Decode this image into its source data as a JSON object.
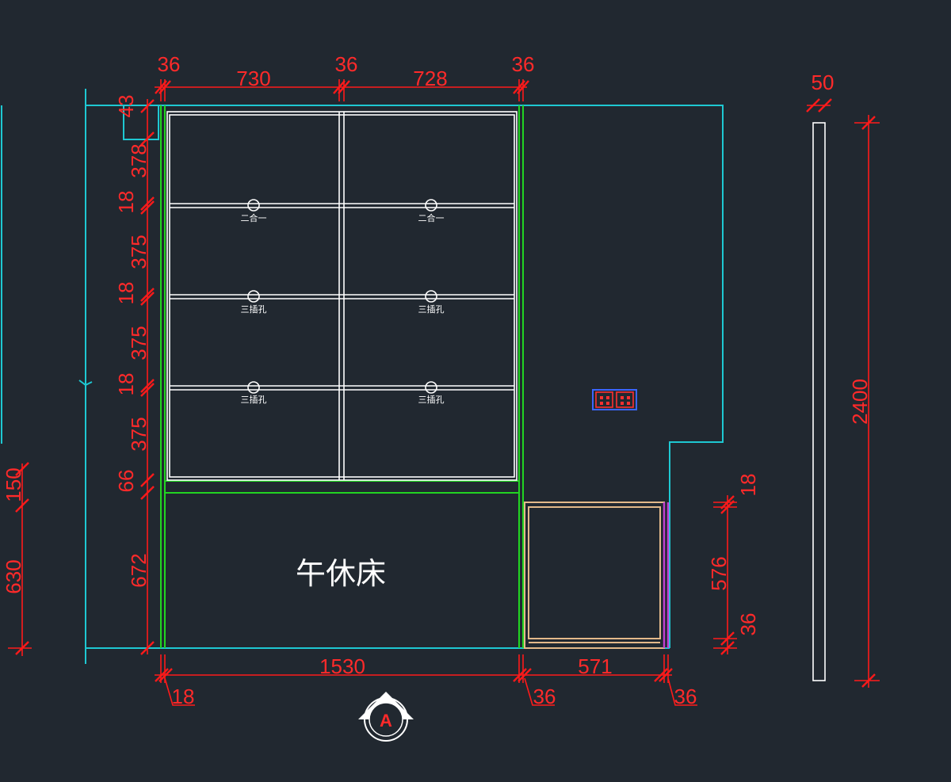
{
  "drawing": {
    "top_dims": [
      "36",
      "730",
      "36",
      "728",
      "36"
    ],
    "left_dims": [
      "43",
      "378",
      "18",
      "375",
      "18",
      "375",
      "18",
      "375",
      "66",
      "672"
    ],
    "far_left_dims": [
      "150",
      "630"
    ],
    "bottom_dims": [
      "1530",
      "571"
    ],
    "bottom_leaders": [
      "18",
      "36",
      "36"
    ],
    "right_dims": [
      "18",
      "576",
      "36"
    ],
    "panel_dims": [
      "50",
      "2400"
    ],
    "socket_labels": [
      "二合一",
      "二合一",
      "三插孔",
      "三插孔",
      "三插孔",
      "三插孔"
    ],
    "bed_label": "午休床",
    "section_mark": "A",
    "colors": {
      "background": "#212830",
      "dimension": "#ff1a1a",
      "outline": "#1ec8d2",
      "cabinet": "#22d422",
      "shelf": "#ffffff",
      "drawer": "#e3b98a",
      "edge": "#c040d0"
    }
  }
}
